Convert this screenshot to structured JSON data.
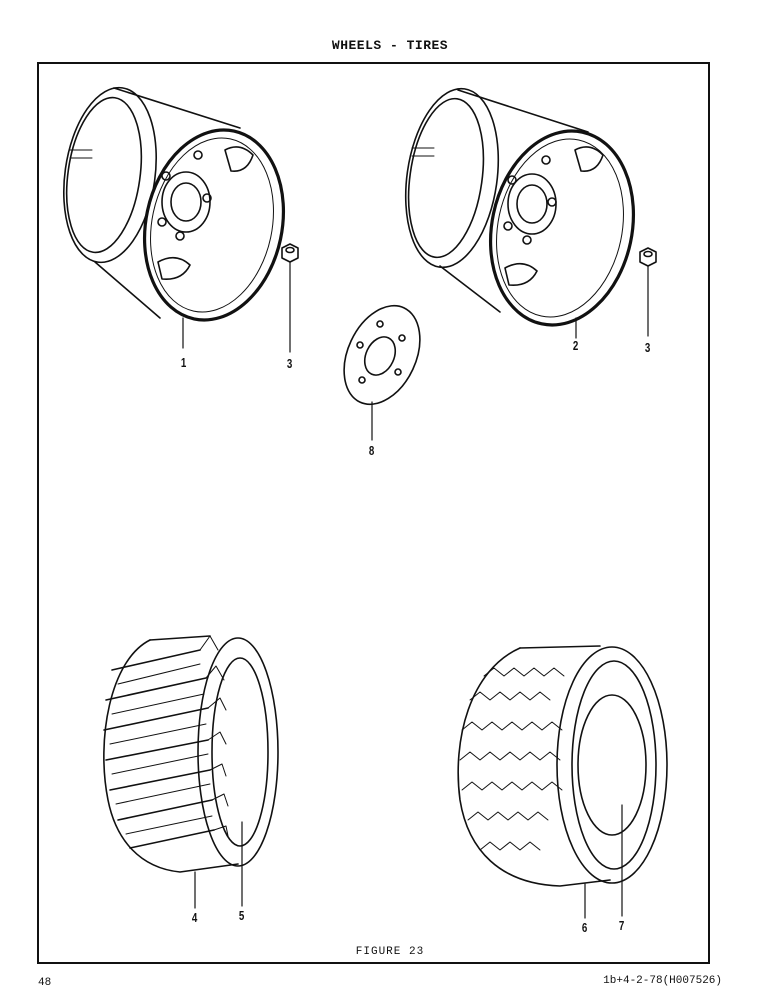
{
  "header": {
    "title": "WHEELS - TIRES"
  },
  "figure": {
    "caption": "FIGURE 23",
    "callouts": [
      {
        "id": "1",
        "label": "1"
      },
      {
        "id": "3a",
        "label": "3"
      },
      {
        "id": "2",
        "label": "2"
      },
      {
        "id": "3b",
        "label": "3"
      },
      {
        "id": "8",
        "label": "8"
      },
      {
        "id": "4",
        "label": "4"
      },
      {
        "id": "5",
        "label": "5"
      },
      {
        "id": "6",
        "label": "6"
      },
      {
        "id": "7",
        "label": "7"
      }
    ]
  },
  "footer": {
    "page_number": "48",
    "document_id": "1b+4-2-78(H007526)"
  }
}
